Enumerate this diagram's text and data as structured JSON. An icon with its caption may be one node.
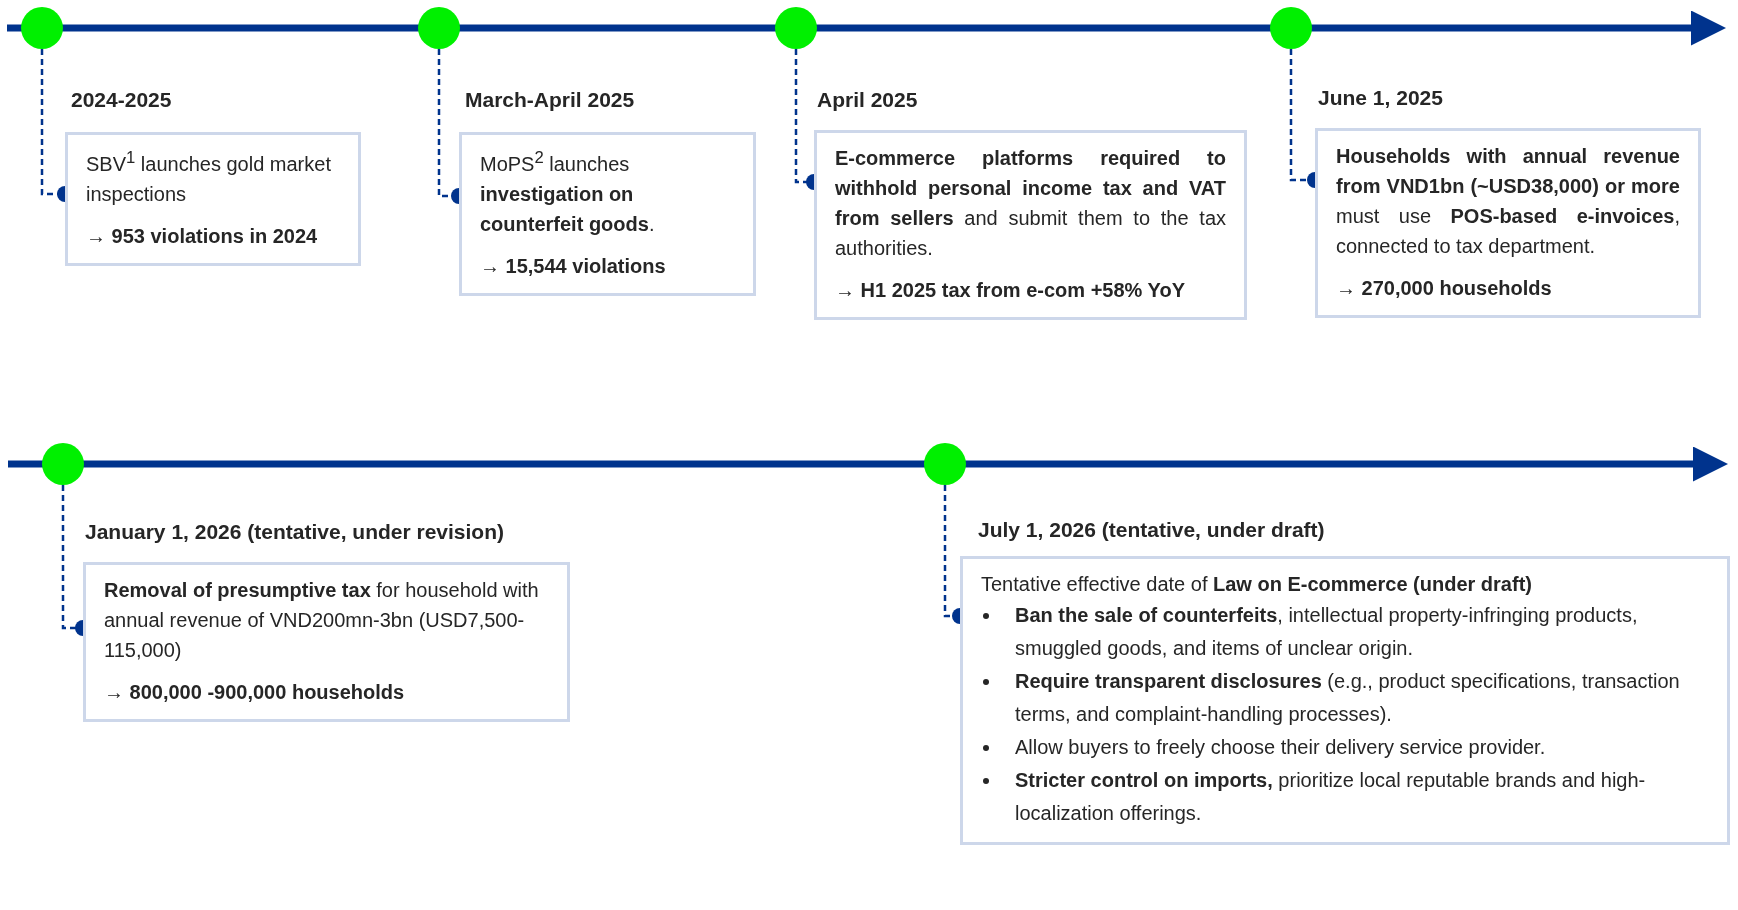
{
  "diagram": {
    "nodes": [
      {
        "text": [],
        "shape": "circle"
      },
      {
        "text": [
          "2024-2025",
          "SBV$^{1}$ launches gold market inspections",
          "→ 953 violations in 2024"
        ]
      },
      {
        "text": [],
        "shape": "circle"
      },
      {
        "text": [
          "March-April 2025",
          "MoPS$^{2}$ launches **investigation on counterfeit goods**.",
          "→ 15,544 violations"
        ]
      },
      {
        "text": [],
        "shape": "circle"
      },
      {
        "text": [
          "April 2025",
          "**E-commerce platforms required to withhold personal income tax and VAT from sellers** and submit them to the tax authorities.",
          "→ H1 2025 tax from e-com +58% YoY"
        ]
      },
      {
        "text": [],
        "shape": "circle"
      },
      {
        "text": [
          "June 1, 2025",
          "**Households with annual revenue from VND1bn (~USD38,000) or more** must use **POS-based e-invoices**, connected to tax department.",
          "→ 270,000 households"
        ]
      },
      {
        "text": [],
        "shape": "circle"
      },
      {
        "text": [
          "January 1, 2026 (tentative, under revision)",
          "**Removal of presumptive tax** for household with annual revenue of VND200mn-3bn (USD7,500-115,000)",
          "→ 800,000 -900,000 households"
        ]
      },
      {
        "text": [],
        "shape": "circle"
      },
      {
        "text": [
          "July 1, 2026 (tentative, under draft)",
          "Tentative effective date of **Law on E-commerce (under draft)**",
          "**Ban the sale of counterfeits**, intellectual property-infringing products, smuggled goods, and items of unclear origin.",
          "**Require transparent disclosures** (e.g., product specifications, transaction terms, and complaint-handling processes).",
          "Allow buyers to freely choose their delivery service provider.",
          "**Stricter control on imports,** prioritize local reputable brands and high-localization offerings."
        ]
      }
    ],
    "edges": [
      {
        "from": 0,
        "to": 1,
        "arrow": "other",
        "style": "dashed"
      },
      {
        "from": 2,
        "to": 3,
        "arrow": "other",
        "style": "dashed"
      },
      {
        "from": 4,
        "to": 5,
        "arrow": "other",
        "style": "dashed"
      },
      {
        "from": 6,
        "to": 7,
        "arrow": "other",
        "style": "dashed"
      },
      {
        "from": 8,
        "to": 9,
        "arrow": "other",
        "style": "dashed"
      },
      {
        "from": 10,
        "to": 11,
        "arrow": "other",
        "style": "dashed"
      }
    ]
  }
}
